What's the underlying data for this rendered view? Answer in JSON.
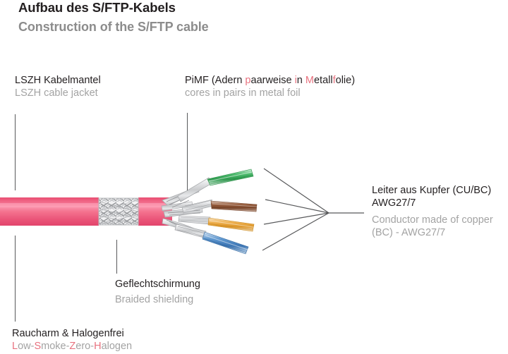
{
  "header": {
    "title_de": "Aufbau des S/FTP-Kabels",
    "title_en": "Construction of the S/FTP cable"
  },
  "labels": {
    "jacket": {
      "de": "LSZH Kabelmantel",
      "en": "LSZH cable jacket"
    },
    "pimf": {
      "de_parts": [
        {
          "text": "PiMF (Adern ",
          "highlight": false
        },
        {
          "text": "p",
          "highlight": true
        },
        {
          "text": "aarweise ",
          "highlight": false
        },
        {
          "text": "i",
          "highlight": true
        },
        {
          "text": "n ",
          "highlight": false
        },
        {
          "text": "M",
          "highlight": true
        },
        {
          "text": "etall",
          "highlight": false
        },
        {
          "text": "f",
          "highlight": true
        },
        {
          "text": "olie)",
          "highlight": false
        }
      ],
      "de_plain": "PiMF (Adern paarweise in Metallfolie)",
      "en": "cores in pairs in metal foil"
    },
    "conductor": {
      "de_line1": "Leiter aus Kupfer (CU/BC)",
      "de_line2": "AWG27/7",
      "en_line1": "Conductor made of copper",
      "en_line2": "(BC) - AWG27/7"
    },
    "shielding": {
      "de": "Geflechtschirmung",
      "en": "Braided shielding"
    },
    "lszh": {
      "de": "Raucharm & Halogenfrei",
      "en_parts": [
        {
          "text": "L",
          "highlight": true
        },
        {
          "text": "ow-",
          "highlight": false
        },
        {
          "text": "S",
          "highlight": true
        },
        {
          "text": "moke-",
          "highlight": false
        },
        {
          "text": "Z",
          "highlight": true
        },
        {
          "text": "ero-",
          "highlight": false
        },
        {
          "text": "H",
          "highlight": true
        },
        {
          "text": "alogen",
          "highlight": false
        }
      ],
      "en_plain": "Low-Smoke-Zero-Halogen"
    }
  },
  "colors": {
    "jacket_pink": "#ef5c7e",
    "jacket_pink_light": "#f9869f",
    "jacket_pink_dark": "#e04a6c",
    "highlight_text": "#e8727f",
    "title_dark": "#231f20",
    "title_gray": "#8c8c8c",
    "label_gray": "#a3a3a3",
    "leader_line": "#58595b",
    "foil_silver": "#d8d9db",
    "pair_green": "#3cae5a",
    "pair_brown": "#8c5638",
    "pair_orange": "#e8a33d",
    "pair_blue": "#4b87c4"
  },
  "pairs": [
    {
      "name": "green-pair",
      "color": "#3cae5a"
    },
    {
      "name": "brown-pair",
      "color": "#8c5638"
    },
    {
      "name": "orange-pair",
      "color": "#e8a33d"
    },
    {
      "name": "blue-pair",
      "color": "#4b87c4"
    }
  ]
}
